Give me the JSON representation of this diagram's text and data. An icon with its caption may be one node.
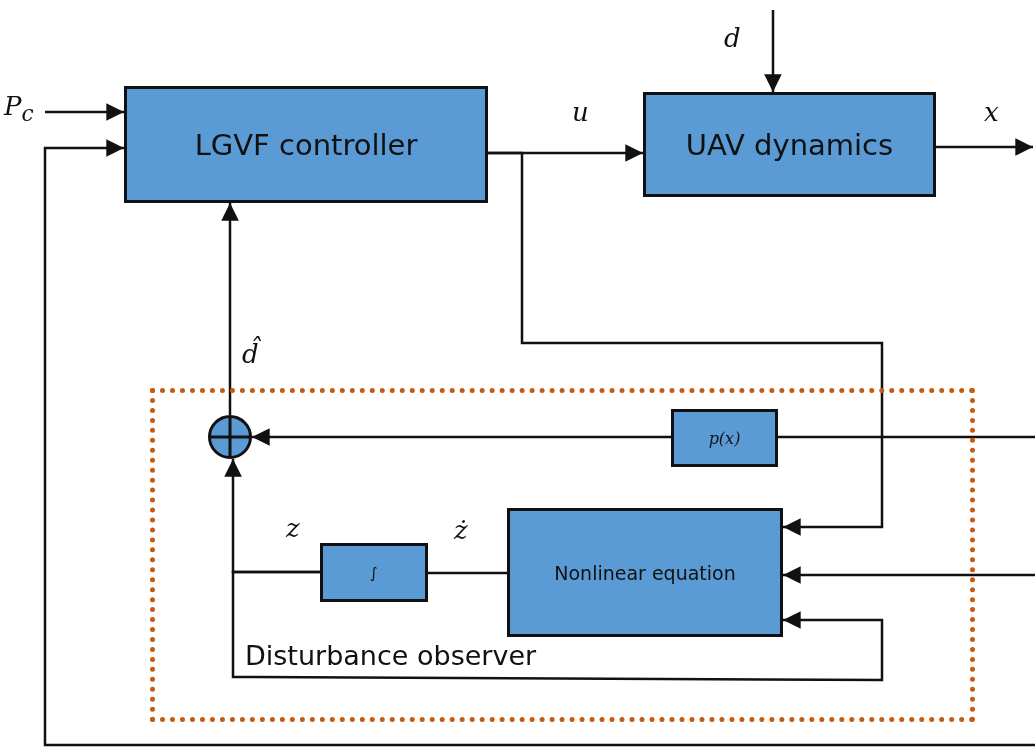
{
  "diagram": {
    "nodes": [
      {
        "text": [
          "LGVF controller"
        ]
      },
      {
        "text": [
          "UAV dynamics"
        ]
      },
      {
        "text": [
          "Disturbance observer"
        ]
      },
      {
        "text": [],
        "shape": "circle",
        "in": 2
      },
      {
        "text": [
          "p(x)"
        ],
        "in": 2
      },
      {
        "text": [
          "∫"
        ],
        "in": 2
      },
      {
        "text": [
          "Nonlinear equation"
        ],
        "in": 2
      }
    ],
    "edges": [
      {
        "from": null,
        "to": 0,
        "arrow": "to",
        "label": "P$_{c}$"
      },
      {
        "from": null,
        "to": 0,
        "arrow": "to"
      },
      {
        "from": null,
        "to": 1,
        "arrow": "to",
        "label": "d"
      },
      {
        "from": 0,
        "to": 1,
        "arrow": "to",
        "label": "u"
      },
      {
        "from": 1,
        "to": null,
        "arrow": "to",
        "label": "x"
      },
      {
        "from": 0,
        "to": 6,
        "arrow": "to"
      },
      {
        "from": null,
        "to": 4,
        "arrow": "none"
      },
      {
        "from": 4,
        "to": 3,
        "arrow": "to"
      },
      {
        "from": null,
        "to": 6,
        "arrow": "to"
      },
      {
        "from": 6,
        "to": 5,
        "arrow": "none",
        "label": "ż"
      },
      {
        "from": 5,
        "to": 3,
        "arrow": "to",
        "label": "z"
      },
      {
        "from": 5,
        "to": 6,
        "arrow": "to"
      },
      {
        "from": 3,
        "to": 0,
        "arrow": "to",
        "label": "d̂"
      }
    ]
  }
}
